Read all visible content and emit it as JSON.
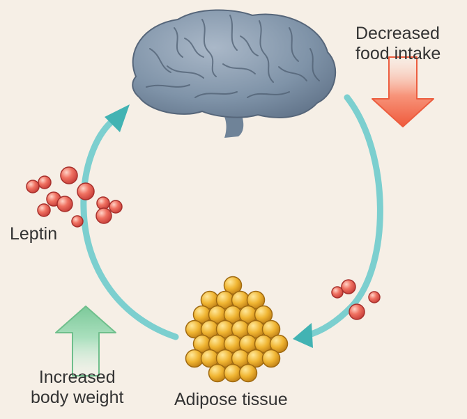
{
  "labels": {
    "decreased_food_intake": [
      "Decreased",
      "food intake"
    ],
    "leptin": "Leptin",
    "increased_body_weight": [
      "Increased",
      "body weight"
    ],
    "adipose_tissue": "Adipose tissue"
  },
  "colors": {
    "background": "#f6efe6",
    "cycle_arrow": "#7ccfcf",
    "decrease_arrow": "#f26a4f",
    "increase_arrow": "#8fd1a8",
    "brain": "#7f93a8",
    "fat_cells": "#e8a72a",
    "leptin_particles": "#e35a55"
  }
}
